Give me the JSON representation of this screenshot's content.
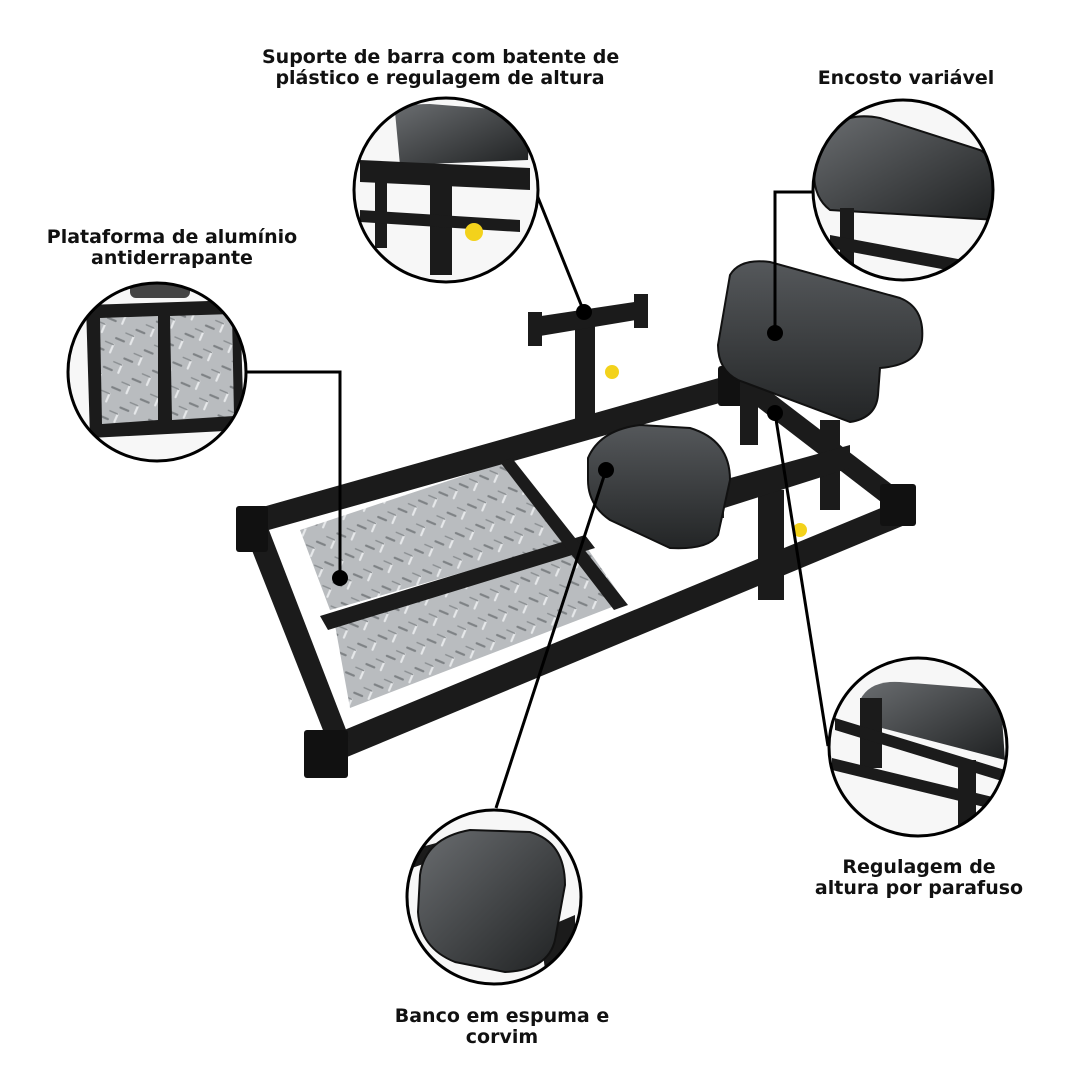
{
  "callouts": {
    "bar_support": {
      "line1": "Suporte de barra com batente de",
      "line2": "plástico e regulagem de altura"
    },
    "backrest": {
      "line1": "Encosto variável"
    },
    "platform": {
      "line1": "Plataforma de alumínio",
      "line2": "antiderrapante"
    },
    "height_adjust": {
      "line1": "Regulagem de",
      "line2": "altura por parafuso"
    },
    "seat": {
      "line1": "Banco em espuma e",
      "line2": "corvim"
    }
  },
  "colors": {
    "frame": "#1b1b1b",
    "pad": "#2f3133",
    "aluminum": "#b9bcbf",
    "knob": "#f3d21b",
    "outline": "#000000"
  }
}
